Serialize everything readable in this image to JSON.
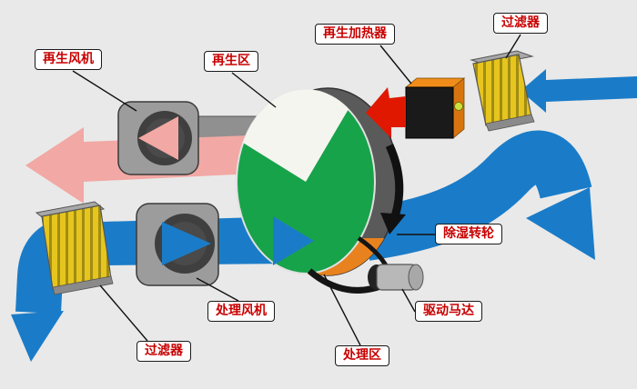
{
  "diagram": {
    "subject": "rotary-desiccant-dehumidifier-schematic",
    "labels": {
      "regen_fan": "再生风机",
      "regen_zone": "再生区",
      "regen_heater": "再生加热器",
      "filter_top": "过滤器",
      "dehumidifier_wheel": "除湿转轮",
      "drive_motor": "驱动马达",
      "process_fan": "处理风机",
      "filter_bottom": "过滤器",
      "process_zone": "处理区"
    },
    "colors": {
      "background": "#e9e9e9",
      "process_air_blue": "#1a7cc8",
      "regen_exhaust_pink": "#f2a8a4",
      "hot_air_red": "#e01800",
      "wheel_green": "#17a34a",
      "wheel_rim_orange": "#e8821e",
      "heater_orange": "#f08d1a",
      "filter_yellow": "#e6c51e",
      "label_text_red": "#c80000"
    }
  }
}
